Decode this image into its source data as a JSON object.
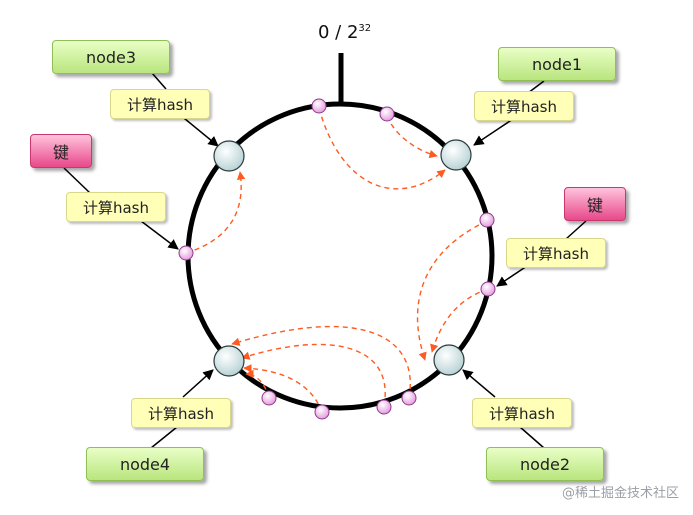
{
  "ring": {
    "label_main": "0 / 2",
    "label_exp": "32"
  },
  "nodes": [
    {
      "label": "node1"
    },
    {
      "label": "node2"
    },
    {
      "label": "node3"
    },
    {
      "label": "node4"
    }
  ],
  "hash_label": "计算hash",
  "keys": [
    {
      "label": "键"
    },
    {
      "label": "键"
    }
  ],
  "watermark": "@稀土掘金技术社区",
  "colors": {
    "ring": "#000000",
    "node_fill": "#e4f0f0",
    "key_point": "#f5c6f2",
    "mapping_arrow": "#ff5a1f",
    "node_box": "#c6ee8e",
    "hash_box": "#ffffb7",
    "key_box": "#f06aa0"
  }
}
